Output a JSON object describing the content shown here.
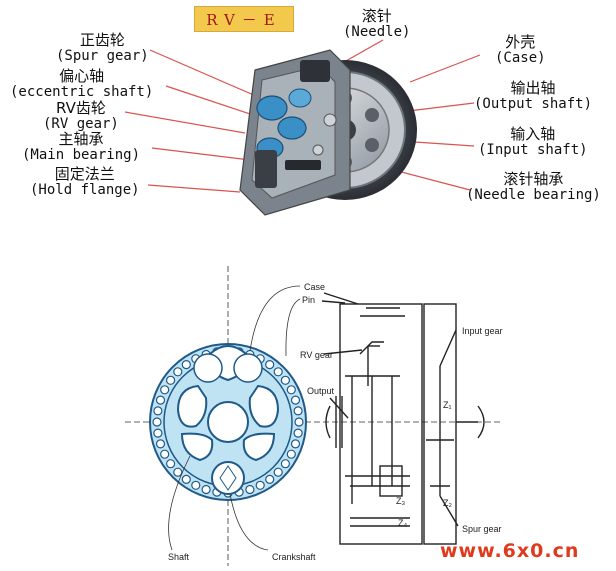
{
  "top": {
    "title": "RV－E",
    "labels": {
      "spur_gear_zh": "正齿轮",
      "spur_gear_en": "(Spur gear)",
      "eccentric_zh": "偏心轴",
      "eccentric_en": "(eccentric shaft)",
      "rvgear_zh": "RV齿轮",
      "rvgear_en": "(RV gear)",
      "main_bearing_zh": "主轴承",
      "main_bearing_en": "(Main bearing)",
      "hold_flange_zh": "固定法兰",
      "hold_flange_en": "(Hold flange)",
      "needle_zh": "滚针",
      "needle_en": "(Needle)",
      "case_zh": "外壳",
      "case_en": "(Case)",
      "output_zh": "输出轴",
      "output_en": "(Output shaft)",
      "input_zh": "输入轴",
      "input_en": "(Input shaft)",
      "needle_bearing_zh": "滚针轴承",
      "needle_bearing_en": "(Needle bearing)"
    }
  },
  "schematic": {
    "labels": {
      "case": "Case",
      "pin": "Pin",
      "rv_gear": "RV gear",
      "output": "Output",
      "input_gear": "Input gear",
      "spur_gear": "Spur gear",
      "shaft": "Shaft",
      "crankshaft": "Crankshaft",
      "z1": "Z₁",
      "z2": "Z₂",
      "z3": "Z₃",
      "z4": "Z₄"
    }
  },
  "colors": {
    "gear_blue": "#bfe3f2",
    "gear_outline": "#1e5a8a",
    "watermark": "#e03a1e",
    "title_bg": "#f2c94c"
  },
  "watermark": "www.6x0.cn"
}
